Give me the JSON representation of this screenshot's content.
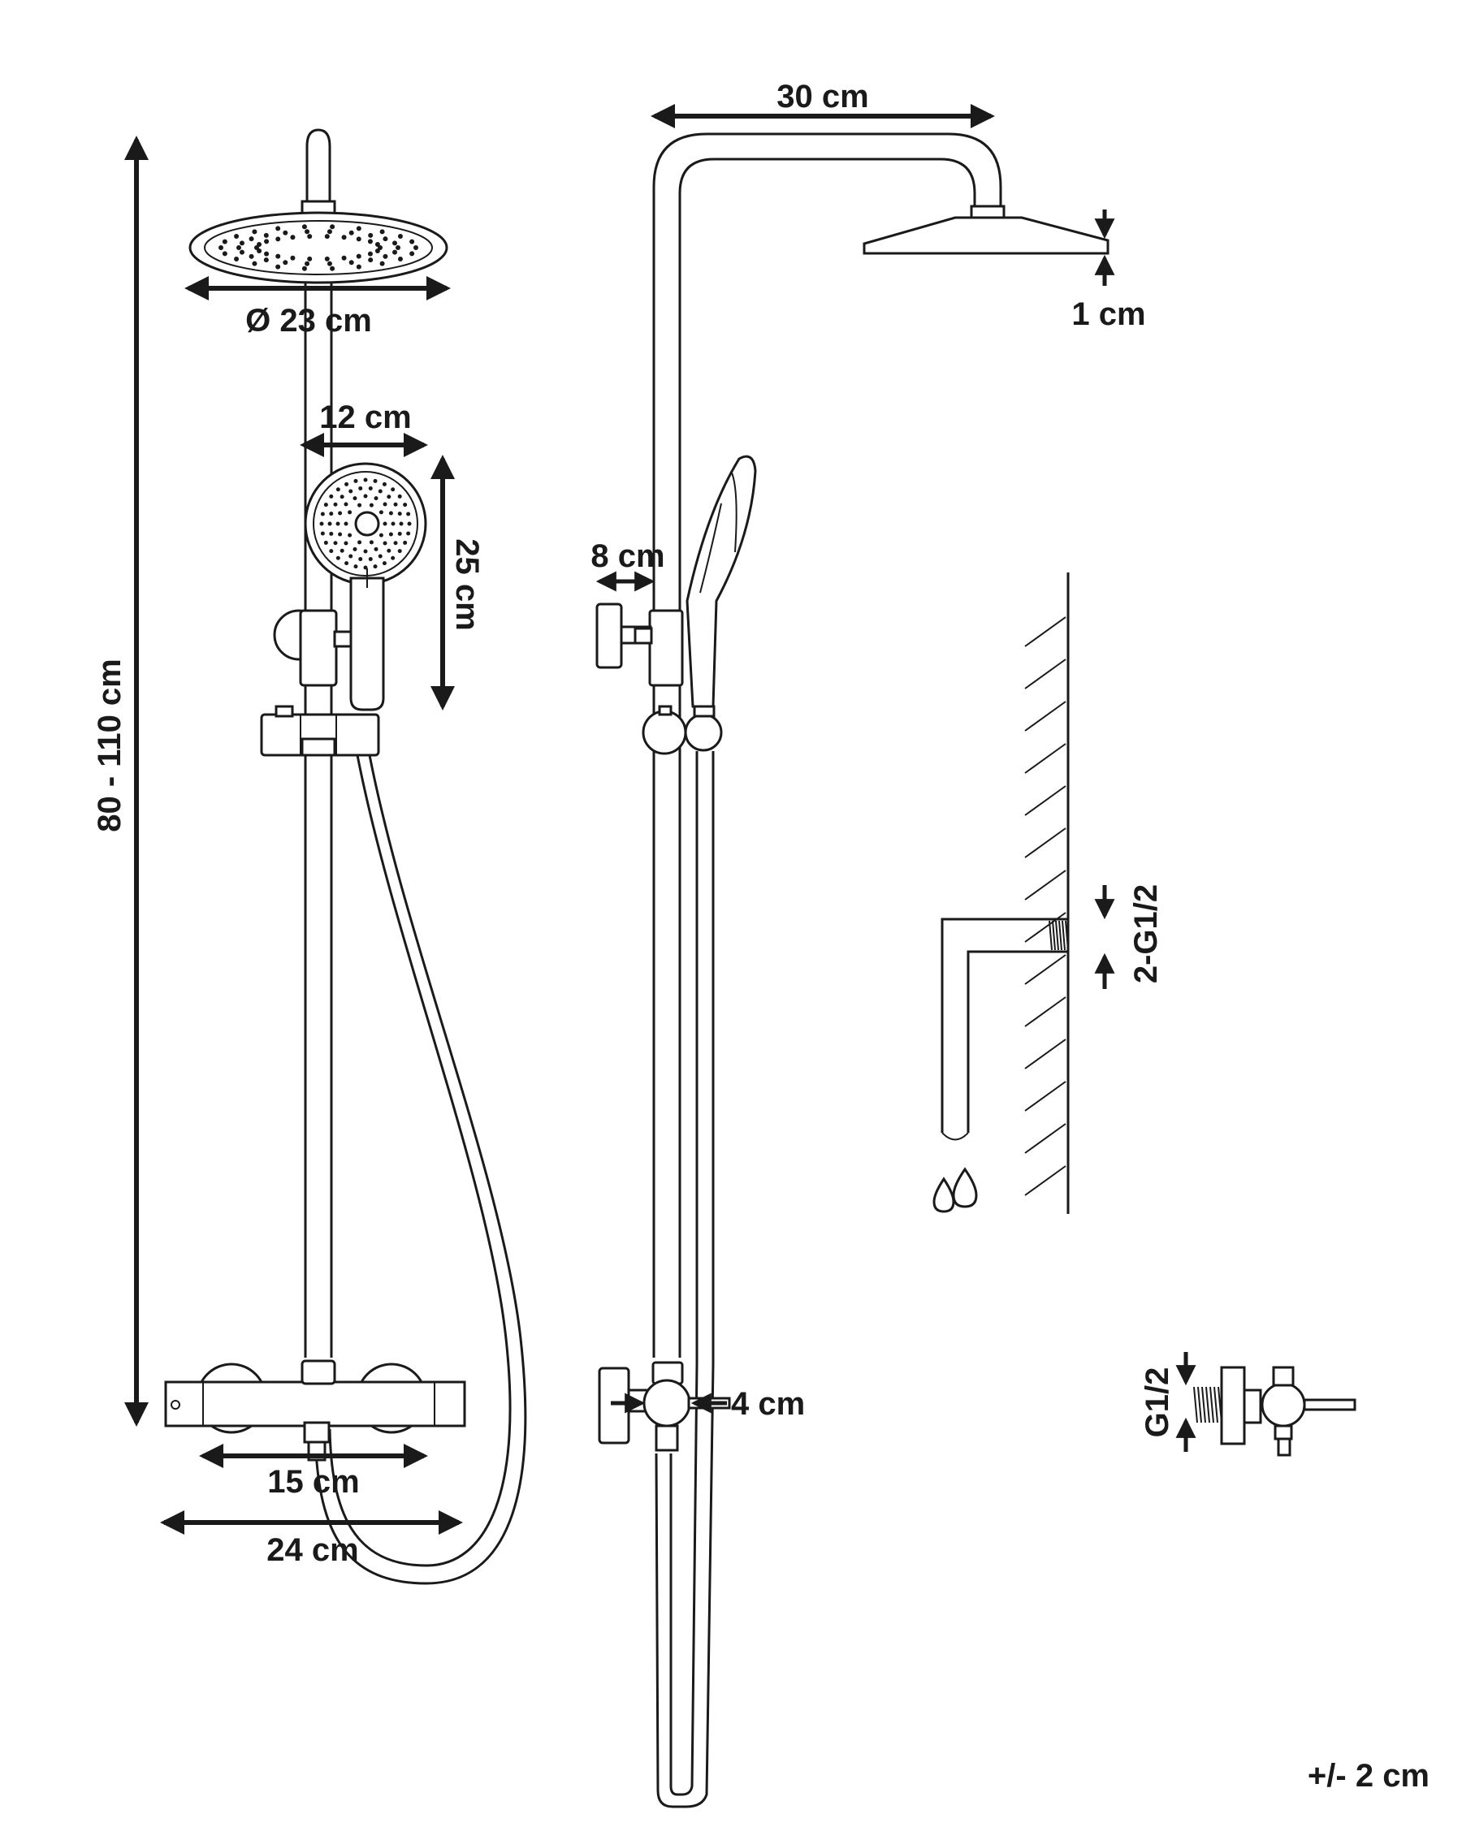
{
  "colors": {
    "line": "#1a1a1a",
    "background": "#ffffff"
  },
  "labels": {
    "total_height": "80 - 110 cm",
    "head_diameter": "Ø 23 cm",
    "hand_width": "12 cm",
    "hand_length": "25 cm",
    "valve_spacing": "15 cm",
    "valve_width": "24 cm",
    "arm_length": "30 cm",
    "head_thickness": "1 cm",
    "handle_offset": "8 cm",
    "valve_depth": "4 cm",
    "inlet_thread": "2-G1/2",
    "connector_thread": "G1/2",
    "tolerance": "+/- 2 cm"
  }
}
